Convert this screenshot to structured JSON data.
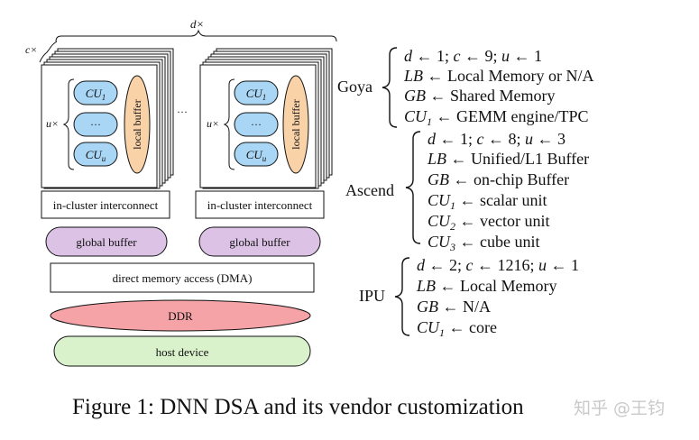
{
  "diagram": {
    "d_mult": "d×",
    "c_mult": "c×",
    "u_mult": "u×",
    "ellipsis": "···",
    "cu_1": "CU",
    "cu_1_sub": "1",
    "cu_dots": "···",
    "cu_u": "CU",
    "cu_u_sub": "u",
    "local_buffer": "local buffer",
    "interconnect": "in-cluster interconnect",
    "global_buffer": "global buffer",
    "dma": "direct memory access (DMA)",
    "ddr": "DDR",
    "host": "host device",
    "colors": {
      "cu_fill": "#a9d6f5",
      "local_buffer_fill": "#f9d2a8",
      "global_buffer_fill": "#dcc3e6",
      "ddr_fill": "#f5a3a6",
      "host_fill": "#d9f2cc"
    }
  },
  "vendors": [
    {
      "name": "Goya",
      "lines": [
        {
          "lhs": "d",
          "rest": " ← 1; ",
          "lhs2": "c",
          "rest2": " ← 9; ",
          "lhs3": "u",
          "rest3": " ← 1"
        },
        {
          "lhs": "LB",
          "sub": "",
          "rest": " ← Local Memory or N/A"
        },
        {
          "lhs": "GB",
          "sub": "",
          "rest": " ← Shared Memory"
        },
        {
          "lhs": "CU",
          "sub": "1",
          "rest": " ← GEMM engine/TPC"
        }
      ]
    },
    {
      "name": "Ascend",
      "lines": [
        {
          "lhs": "d",
          "rest": " ← 1; ",
          "lhs2": "c",
          "rest2": " ← 8; ",
          "lhs3": "u",
          "rest3": " ← 3"
        },
        {
          "lhs": "LB",
          "sub": "",
          "rest": " ← Unified/L1 Buffer"
        },
        {
          "lhs": "GB",
          "sub": "",
          "rest": " ← on-chip Buffer"
        },
        {
          "lhs": "CU",
          "sub": "1",
          "rest": " ← scalar unit"
        },
        {
          "lhs": "CU",
          "sub": "2",
          "rest": " ← vector unit"
        },
        {
          "lhs": "CU",
          "sub": "3",
          "rest": " ← cube unit"
        }
      ]
    },
    {
      "name": "IPU",
      "lines": [
        {
          "lhs": "d",
          "rest": " ← 2; ",
          "lhs2": "c",
          "rest2": " ← 1216; ",
          "lhs3": "u",
          "rest3": " ← 1"
        },
        {
          "lhs": "LB",
          "sub": "",
          "rest": " ← Local Memory"
        },
        {
          "lhs": "GB",
          "sub": "",
          "rest": " ← N/A"
        },
        {
          "lhs": "CU",
          "sub": "1",
          "rest": " ← core"
        }
      ]
    }
  ],
  "caption": "Figure 1: DNN DSA and its vendor customization",
  "watermark": "知乎 @王钧"
}
